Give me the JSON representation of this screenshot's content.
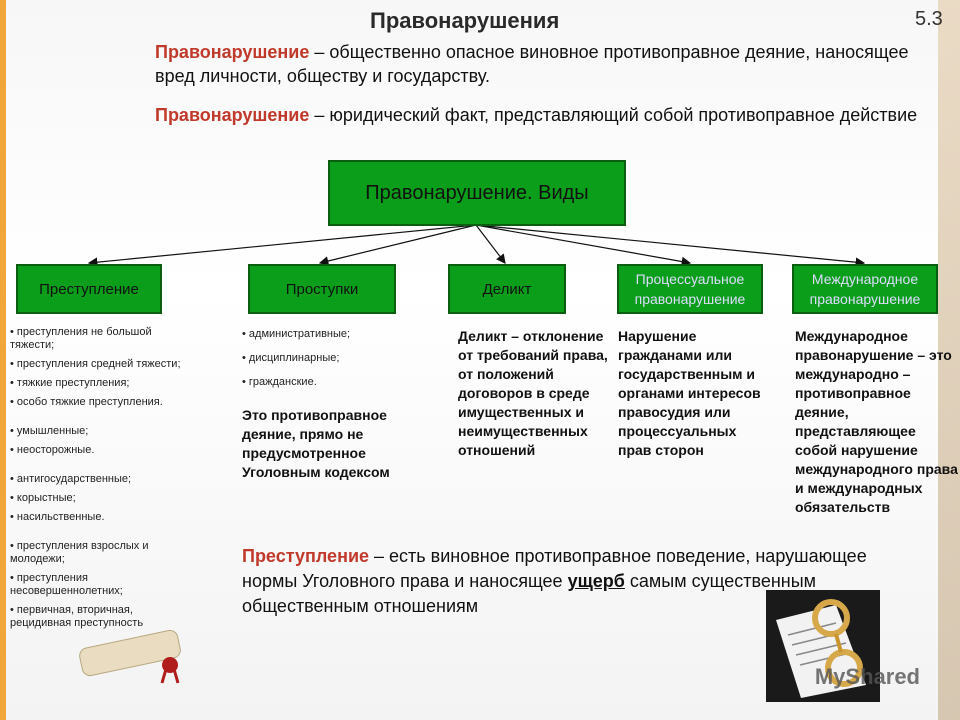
{
  "slide": {
    "title": "Правонарушения",
    "number": "5.3"
  },
  "definitions": [
    {
      "term": "Правонарушение",
      "text": " – общественно опасное виновное противоправное деяние, наносящее вред личности, обществу и государству."
    },
    {
      "term": "Правонарушение",
      "text": " – юридический факт, представляющий собой противоправное действие"
    }
  ],
  "root_box": {
    "label": "Правонарушение. Виды"
  },
  "categories": [
    {
      "label": "Преступление"
    },
    {
      "label": "Проступки"
    },
    {
      "label": "Деликт"
    },
    {
      "label": "Процессуальное правонарушение"
    },
    {
      "label": "Международное правонарушение"
    }
  ],
  "crime_types": [
    "• преступления не большой тяжести;",
    "• преступления средней тяжести;",
    "• тяжкие преступления;",
    "• особо тяжкие преступления.",
    "• умышленные;",
    "• неосторожные.",
    "• антигосударственные;",
    "• корыстные;",
    "• насильственные.",
    "• преступления взрослых и молодежи;",
    "• преступления несовершеннолетних;",
    "• первичная, вторичная, рецидивная преступность"
  ],
  "misdemeanor_types": [
    "• административные;",
    "• дисциплинарные;",
    "• гражданские."
  ],
  "misdemeanor_desc": "Это противоправное деяние, прямо не предусмотренное Уголовным кодексом",
  "delict_desc": "Деликт – отклонение от требований права, от положений договоров в среде имущественных и неимущественных отношений",
  "procedural_desc": "Нарушение гражданами или государственным и органами интересов правосудия или процессуальных прав сторон",
  "international_desc": "Международное правонарушение – это международно – противоправное деяние, представляющее собой нарушение международного права и международных обязательств",
  "bottom": {
    "term": "Преступление",
    "text1": " – есть виновное противоправное поведение, нарушающее нормы Уголовного права и наносящее ",
    "highlight": "ущерб",
    "text2": " самым существенным общественным отношениям"
  },
  "watermark": "MyShared",
  "colors": {
    "green": "#0b9e1a",
    "term_red": "#c0392b",
    "frame_orange": "#f2a63a"
  }
}
